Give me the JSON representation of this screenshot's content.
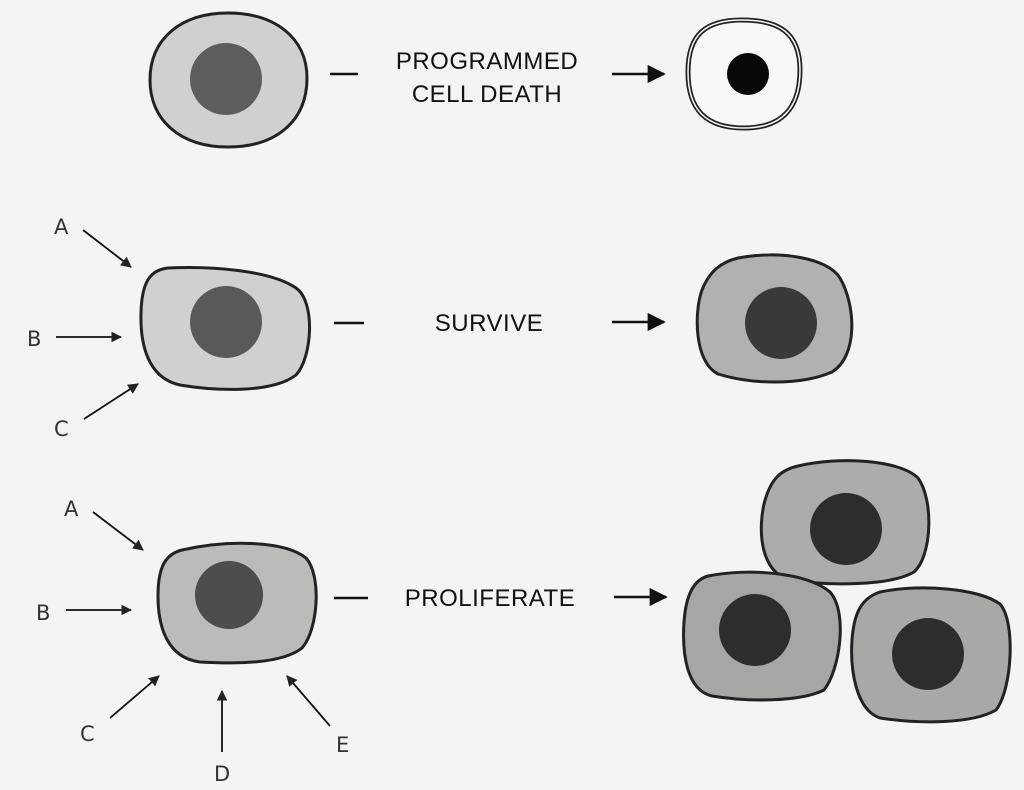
{
  "rows": [
    {
      "outcome_lines": [
        "PROGRAMMED",
        "CELL DEATH"
      ],
      "signals": []
    },
    {
      "outcome_lines": [
        "SURVIVE"
      ],
      "signals": [
        "A",
        "B",
        "C"
      ]
    },
    {
      "outcome_lines": [
        "PROLIFERATE"
      ],
      "signals": [
        "A",
        "B",
        "C",
        "D",
        "E"
      ]
    }
  ],
  "colors": {
    "paper": "#f5f4f2",
    "cytoplasm_light": "#d2d0cc",
    "cytoplasm_medium": "#b9b7b3",
    "cytoplasm_dark": "#a8a6a2",
    "nucleus": "#5e5d5b",
    "nucleus_dark": "#3a3938",
    "condensed_nucleus": "#080808",
    "line": "#111111"
  }
}
